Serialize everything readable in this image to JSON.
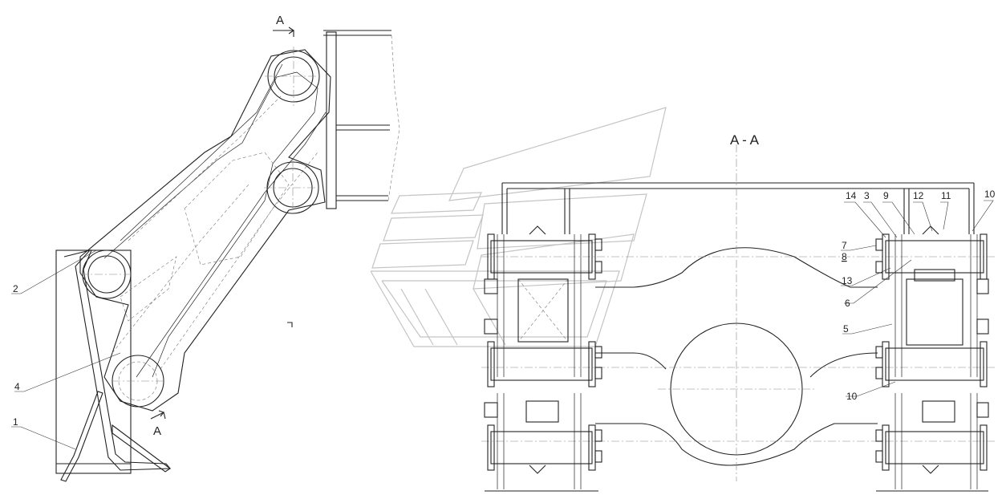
{
  "section_view": {
    "title": "A - A",
    "cut_mark_top": "A",
    "cut_mark_bottom": "A"
  },
  "side_view_callouts": [
    "2",
    "4",
    "1"
  ],
  "section_callouts": {
    "top_row": [
      "14",
      "3",
      "9",
      "12",
      "11",
      "10"
    ],
    "side_upper": [
      "7",
      "8"
    ],
    "side_right": [
      "13",
      "6",
      "5",
      "10"
    ]
  }
}
